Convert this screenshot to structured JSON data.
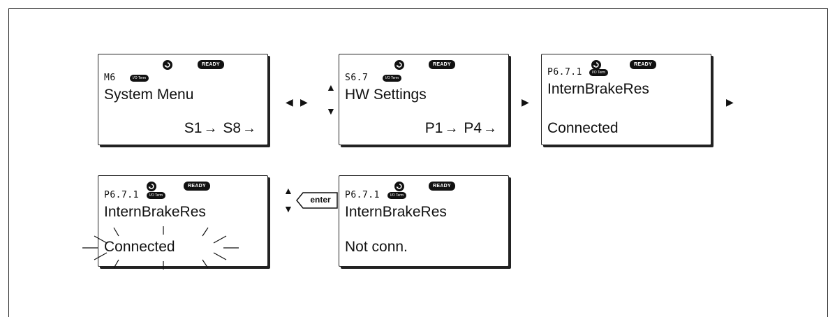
{
  "panels": [
    {
      "code": "M6",
      "io": "I/O Term",
      "ready": "READY",
      "title": "System Menu",
      "nav": [
        "S1",
        "S8"
      ],
      "value": ""
    },
    {
      "code": "S6.7",
      "io": "I/O Term",
      "ready": "READY",
      "title": "HW Settings",
      "nav": [
        "P1",
        "P4"
      ],
      "value": ""
    },
    {
      "code": "P6.7.1",
      "io": "I/O Term",
      "ready": "READY",
      "title": "InternBrakeRes",
      "nav": [],
      "value": "Connected"
    },
    {
      "code": "P6.7.1",
      "io": "I/O Term",
      "ready": "READY",
      "title": "InternBrakeRes",
      "nav": [],
      "value": "Connected"
    },
    {
      "code": "P6.7.1",
      "io": "I/O Term",
      "ready": "READY",
      "title": "InternBrakeRes",
      "nav": [],
      "value": "Not conn."
    }
  ],
  "keys": {
    "enter": "enter"
  },
  "icons": {
    "rotate": "rotate-icon",
    "left": "arrow-left-icon",
    "right": "arrow-right-icon",
    "up": "arrow-up-icon",
    "down": "arrow-down-icon",
    "arrow": "→"
  }
}
